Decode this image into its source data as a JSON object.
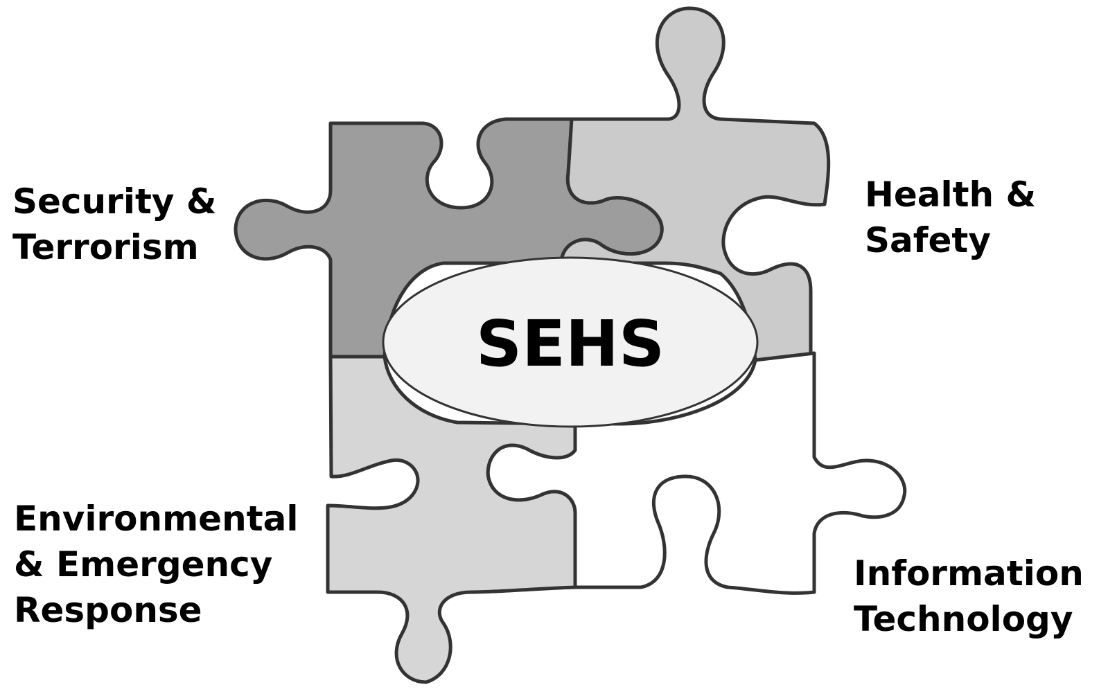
{
  "diagram": {
    "center_label": "SEHS",
    "pieces": [
      {
        "id": "security",
        "lines": [
          "Security &",
          "Terrorism"
        ],
        "fill": "#9d9d9d"
      },
      {
        "id": "health",
        "lines": [
          "Health &",
          "Safety"
        ],
        "fill": "#cbcbcb"
      },
      {
        "id": "environmental",
        "lines": [
          "Environmental",
          "& Emergency",
          "Response"
        ],
        "fill": "#d6d6d6"
      },
      {
        "id": "it",
        "lines": [
          "Information",
          "Technology"
        ],
        "fill": "#ffffff"
      }
    ],
    "colors": {
      "outline": "#333333",
      "center_fill": "#f2f2f2",
      "text": "#000000"
    }
  }
}
